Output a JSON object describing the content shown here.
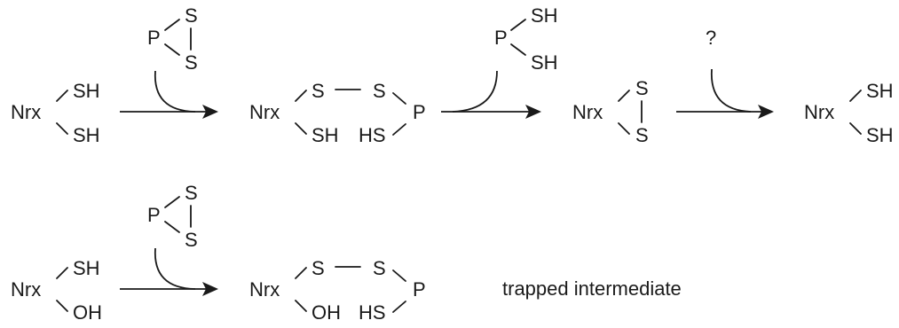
{
  "atoms": {
    "nrx": "Nrx",
    "sh": "SH",
    "hs": "HS",
    "oh": "OH",
    "s": "S",
    "p": "P"
  },
  "reagent_unknown": "?",
  "trapped_label": "trapped intermediate"
}
